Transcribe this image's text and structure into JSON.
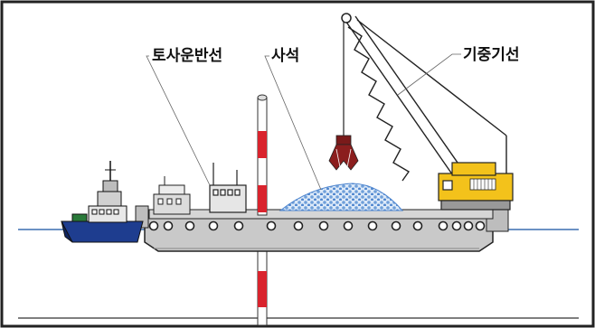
{
  "labels": {
    "barge": "토사운반선",
    "stone": "사석",
    "crane": "기중기선"
  },
  "colors": {
    "water": "#3b6fb0",
    "hull": "#c9c9c9",
    "crane_body": "#f3c21b",
    "pile_red": "#d9232d",
    "tug_blue": "#1e3d8f",
    "stone_fill": "#8fb6e6"
  }
}
